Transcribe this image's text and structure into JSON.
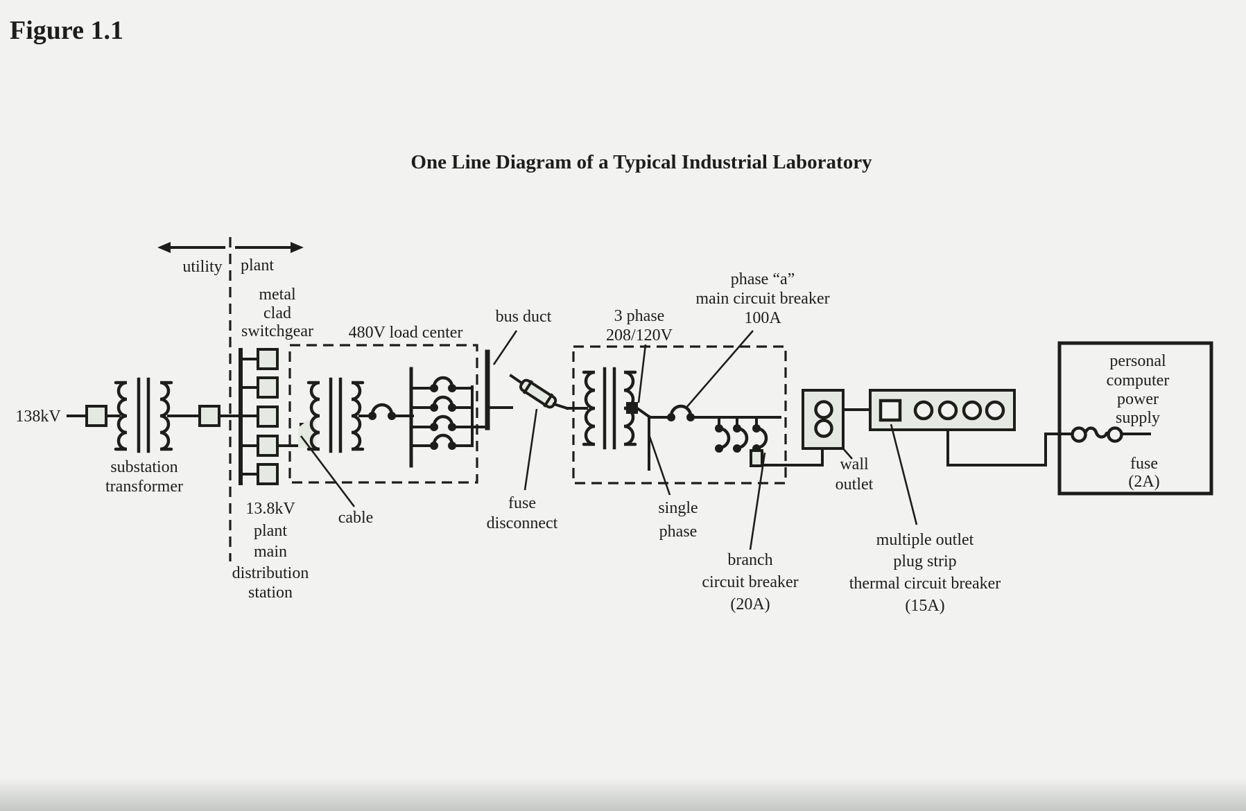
{
  "figure_label": "Figure 1.1",
  "title": "One Line Diagram of a Typical Industrial Laboratory",
  "colors": {
    "ink": "#1d1d1b",
    "paper": "#f2f2f0",
    "shade": "#e6e8e3"
  },
  "boundary": {
    "utility": "utility",
    "plant": "plant"
  },
  "components": {
    "incoming_voltage": "138kV",
    "substation_transformer": [
      "substation",
      "transformer"
    ],
    "metal_clad_switchgear": [
      "metal",
      "clad",
      "switchgear"
    ],
    "plant_distribution_station": [
      "13.8kV",
      "plant",
      "main",
      "distribution",
      "station"
    ],
    "load_center": "480V load center",
    "cable": "cable",
    "bus_duct": "bus duct",
    "fuse_disconnect": [
      "fuse",
      "disconnect"
    ],
    "three_phase_transformer": [
      "3 phase",
      "208/120V"
    ],
    "main_circuit_breaker": [
      "phase “a”",
      "main circuit breaker",
      "100A"
    ],
    "single_phase": [
      "single",
      "phase"
    ],
    "branch_circuit_breaker": [
      "branch",
      "circuit breaker",
      "(20A)"
    ],
    "wall_outlet": [
      "wall",
      "outlet"
    ],
    "plug_strip": [
      "multiple outlet",
      "plug strip",
      "thermal circuit breaker",
      "(15A)"
    ],
    "pc_power_supply": [
      "personal",
      "computer",
      "power",
      "supply"
    ],
    "pc_fuse": [
      "fuse",
      "(2A)"
    ]
  }
}
